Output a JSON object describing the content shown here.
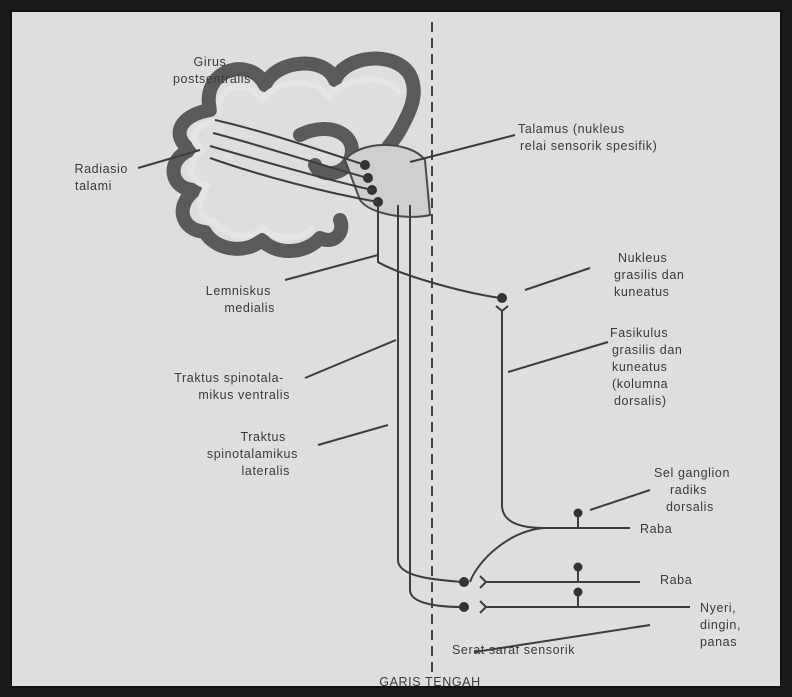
{
  "labels": {
    "girus": [
      "Girus",
      "postsentralis"
    ],
    "radiasio": [
      "Radiasio",
      "talami"
    ],
    "talamus": [
      "Talamus (nukleus",
      "relai sensorik spesifik)"
    ],
    "nukleus": [
      "Nukleus",
      "grasilis dan",
      "kuneatus"
    ],
    "lemniskus": [
      "Lemniskus",
      "medialis"
    ],
    "fasikulus": [
      "Fasikulus",
      "grasilis dan",
      "kuneatus",
      "(kolumna",
      "dorsalis)"
    ],
    "spinotal_ventral": [
      "Traktus spinotala-",
      "mikus ventralis"
    ],
    "spinotal_lateral": [
      "Traktus",
      "spinotalamikus",
      "lateralis"
    ],
    "sel_ganglion": [
      "Sel ganglion",
      "radiks",
      "dorsalis"
    ],
    "raba_1": "Raba",
    "raba_2": "Raba",
    "nyeri": [
      "Nyeri,",
      "dingin,",
      "panas"
    ],
    "serat": "Serat saraf sensorik",
    "garis_tengah": "GARIS TENGAH"
  }
}
